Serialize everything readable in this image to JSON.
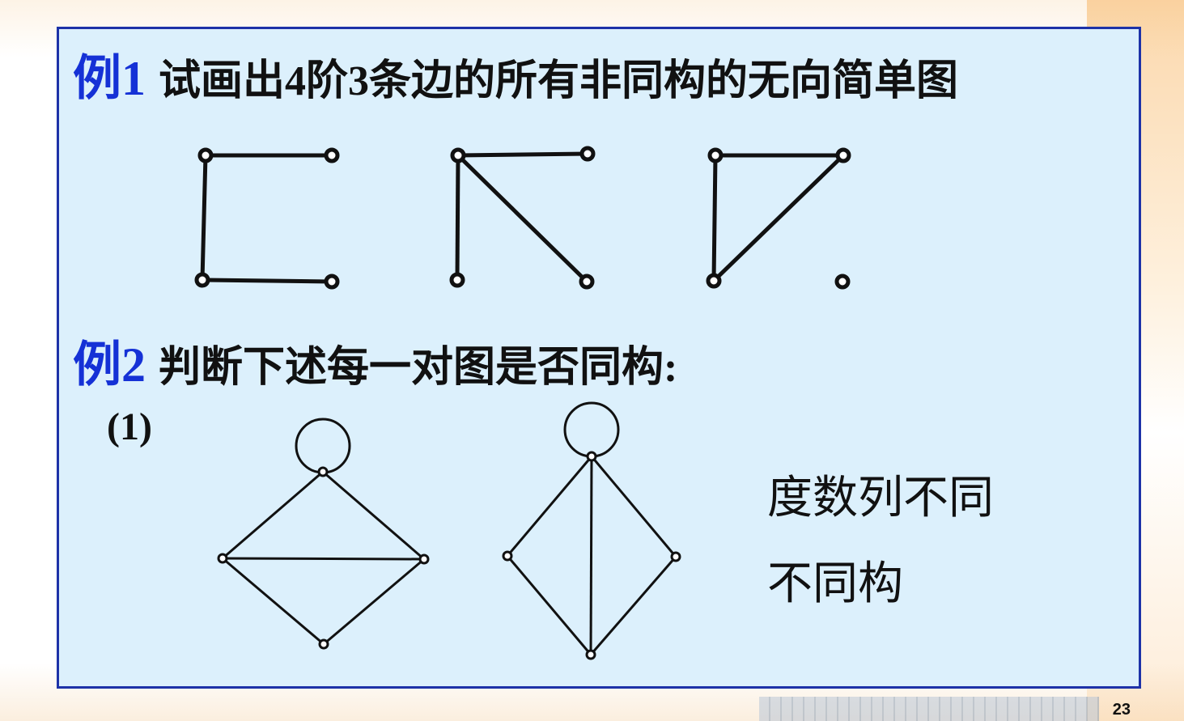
{
  "example1": {
    "label": "例1",
    "text": "试画出4阶3条边的所有非同构的无向简单图"
  },
  "example2": {
    "label": "例2",
    "text": "判断下述每一对图是否同构:",
    "sub_label": "(1)",
    "conclusion_line1": "度数列不同",
    "conclusion_line2": "不同构"
  },
  "page_number": "23",
  "colors": {
    "label_blue": "#1531d6",
    "frame_border": "#1d32a8",
    "frame_fill": "#dcf0fc",
    "stroke": "#111111"
  }
}
